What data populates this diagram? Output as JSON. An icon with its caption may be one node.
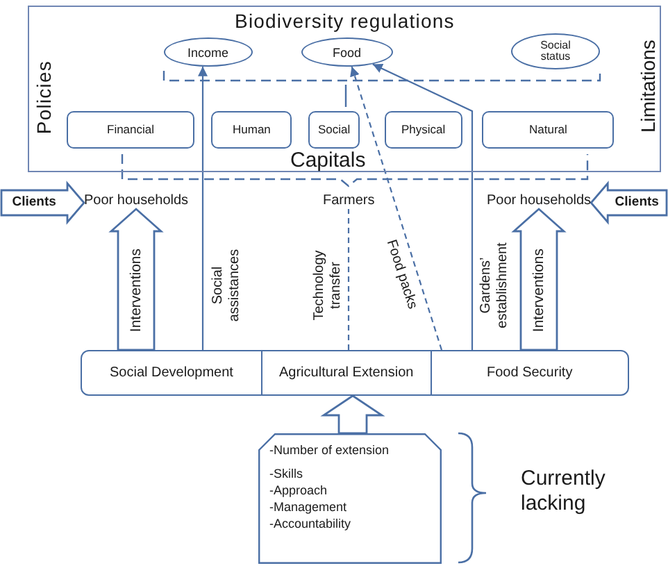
{
  "diagram": {
    "nodes": [
      {
        "text": [
          "Biodiversity regulations",
          "Policies",
          "Limitations"
        ]
      },
      {
        "text": [
          "Income"
        ],
        "in": 0
      },
      {
        "text": [
          "Food"
        ],
        "in": 0
      },
      {
        "text": [
          "Social status"
        ],
        "in": 0
      },
      {
        "text": [
          "Capitals"
        ],
        "in": 0
      },
      {
        "text": [
          "Financial"
        ],
        "in": 4
      },
      {
        "text": [
          "Human"
        ],
        "in": 4
      },
      {
        "text": [
          "Social"
        ],
        "in": 4
      },
      {
        "text": [
          "Physical"
        ],
        "in": 4
      },
      {
        "text": [
          "Natural"
        ],
        "in": 4
      },
      {
        "text": [
          "Poor households"
        ]
      },
      {
        "text": [
          "Farmers"
        ]
      },
      {
        "text": [
          "Poor households"
        ]
      },
      {
        "text": [
          "Social Development"
        ]
      },
      {
        "text": [
          "Agricultural Extension"
        ]
      },
      {
        "text": [
          "Food Security"
        ]
      },
      {
        "text": [
          "-Number of extension",
          "-Skills",
          "-Approach",
          "-Management",
          "-Accountability"
        ],
        "beside": [
          "Currently lacking"
        ]
      }
    ],
    "edges": [
      {
        "from": null,
        "to": 10,
        "arrow": "to",
        "label": "Clients",
        "style": "thick"
      },
      {
        "from": null,
        "to": 12,
        "arrow": "to",
        "label": "Clients",
        "style": "thick"
      },
      {
        "from": 13,
        "to": 10,
        "arrow": "to",
        "label": "Interventions",
        "style": "thick"
      },
      {
        "from": 13,
        "to": 1,
        "arrow": "to",
        "label": "Social assistances"
      },
      {
        "from": 14,
        "to": 11,
        "arrow": "none",
        "label": "Technology transfer",
        "style": "dashed"
      },
      {
        "from": 15,
        "to": 2,
        "arrow": "to",
        "label": "Food packs",
        "style": "dashed"
      },
      {
        "from": 15,
        "to": 2,
        "arrow": "to",
        "label": "Gardens’ establishment"
      },
      {
        "from": 15,
        "to": 12,
        "arrow": "to",
        "label": "Interventions",
        "style": "thick"
      },
      {
        "from": 16,
        "to": 14,
        "arrow": "to",
        "style": "thick"
      }
    ]
  }
}
